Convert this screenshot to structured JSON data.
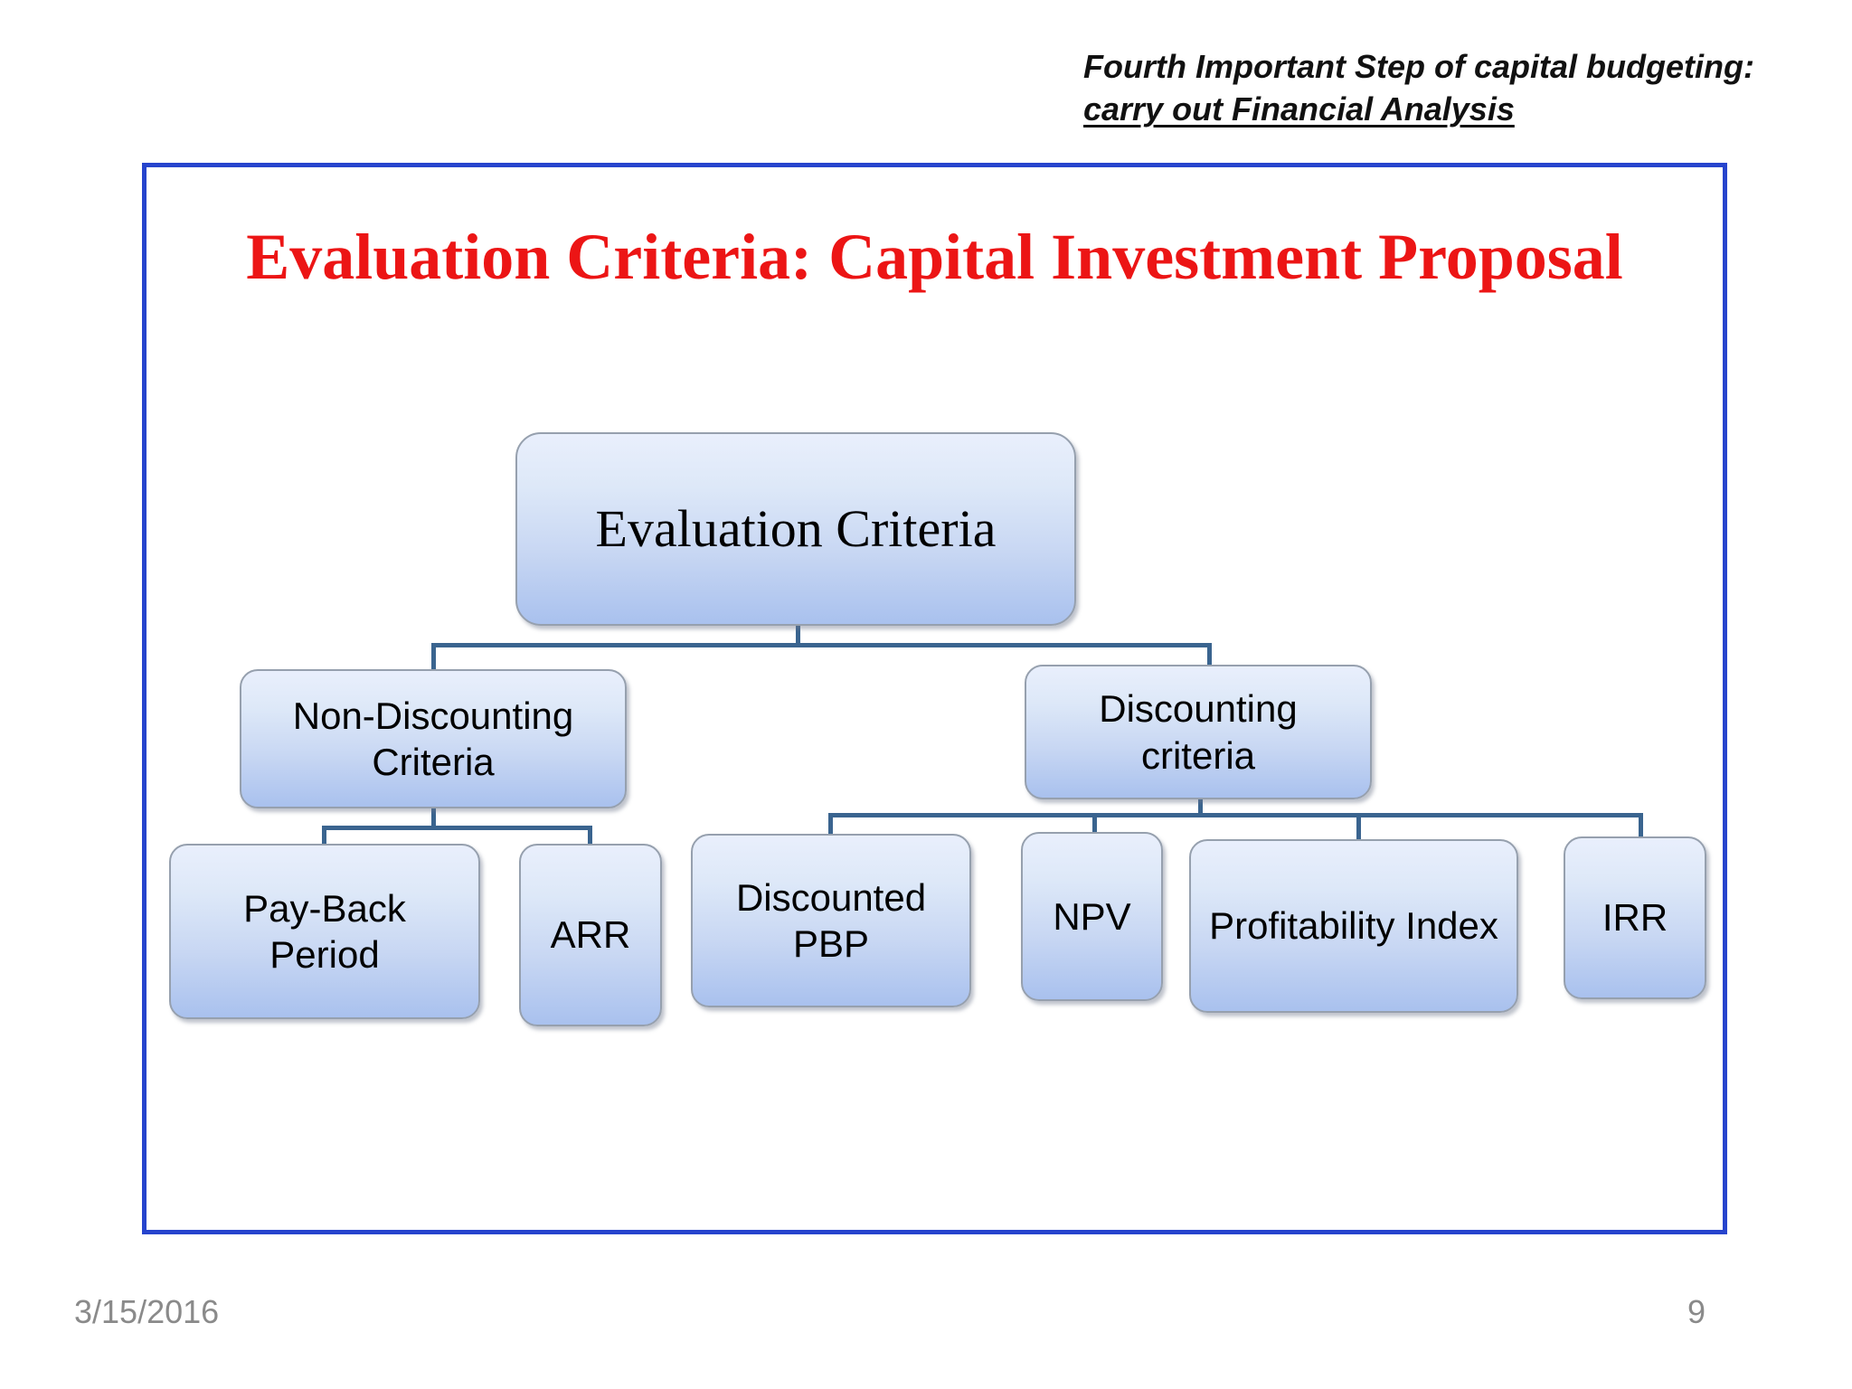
{
  "header": {
    "line1": "Fourth Important Step of capital budgeting:",
    "line2": "carry out Financial Analysis"
  },
  "title": "Evaluation Criteria: Capital Investment Proposal",
  "diagram": {
    "type": "org-chart",
    "root": {
      "label": "Evaluation Criteria"
    },
    "branches": [
      {
        "label": "Non-Discounting Criteria",
        "children": [
          {
            "label": "Pay-Back Period"
          },
          {
            "label": "ARR"
          }
        ]
      },
      {
        "label": "Discounting criteria",
        "children": [
          {
            "label": "Discounted PBP"
          },
          {
            "label": "NPV"
          },
          {
            "label": "Profitability Index"
          },
          {
            "label": "IRR"
          }
        ]
      }
    ]
  },
  "footer": {
    "date": "3/15/2016",
    "page_number": "9"
  },
  "colors": {
    "frame_border": "#2644cd",
    "title_red": "#ec1515",
    "connector_blue": "#3a648f",
    "node_fill_top": "#e9effc",
    "node_fill_bottom": "#a9c1ee",
    "node_border": "#96a0ae",
    "footer_gray": "#8a8a8a"
  }
}
